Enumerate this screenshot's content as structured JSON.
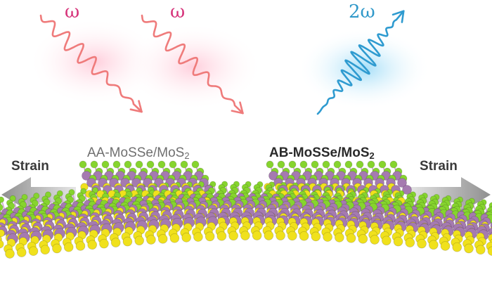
{
  "beams": {
    "incident_1_label": "ω",
    "incident_2_label": "ω",
    "harmonic_label": "2ω"
  },
  "stackings": {
    "aa_prefix": "AA-MoSSe/MoS",
    "aa_sub": "2",
    "ab_prefix": "AB-MoSSe/MoS",
    "ab_sub": "2"
  },
  "strain": {
    "left_label": "Strain",
    "right_label": "Strain"
  },
  "colors": {
    "incident_wave": "#ef7b7b",
    "incident_glow": "#ffd6e2",
    "incident_label": "#d6337a",
    "harmonic_wave": "#2f9bd0",
    "harmonic_glow": "#aee3fa",
    "harmonic_label": "#2f98c9",
    "mo_atom": "#a57ab0",
    "se_atom": "#86d42e",
    "s_atom": "#f0e11c",
    "strain_arrow": "#a9a9a9"
  },
  "icons": {
    "wave": "wavy-photon-arrow-icon",
    "strain": "double-arrow-icon"
  }
}
